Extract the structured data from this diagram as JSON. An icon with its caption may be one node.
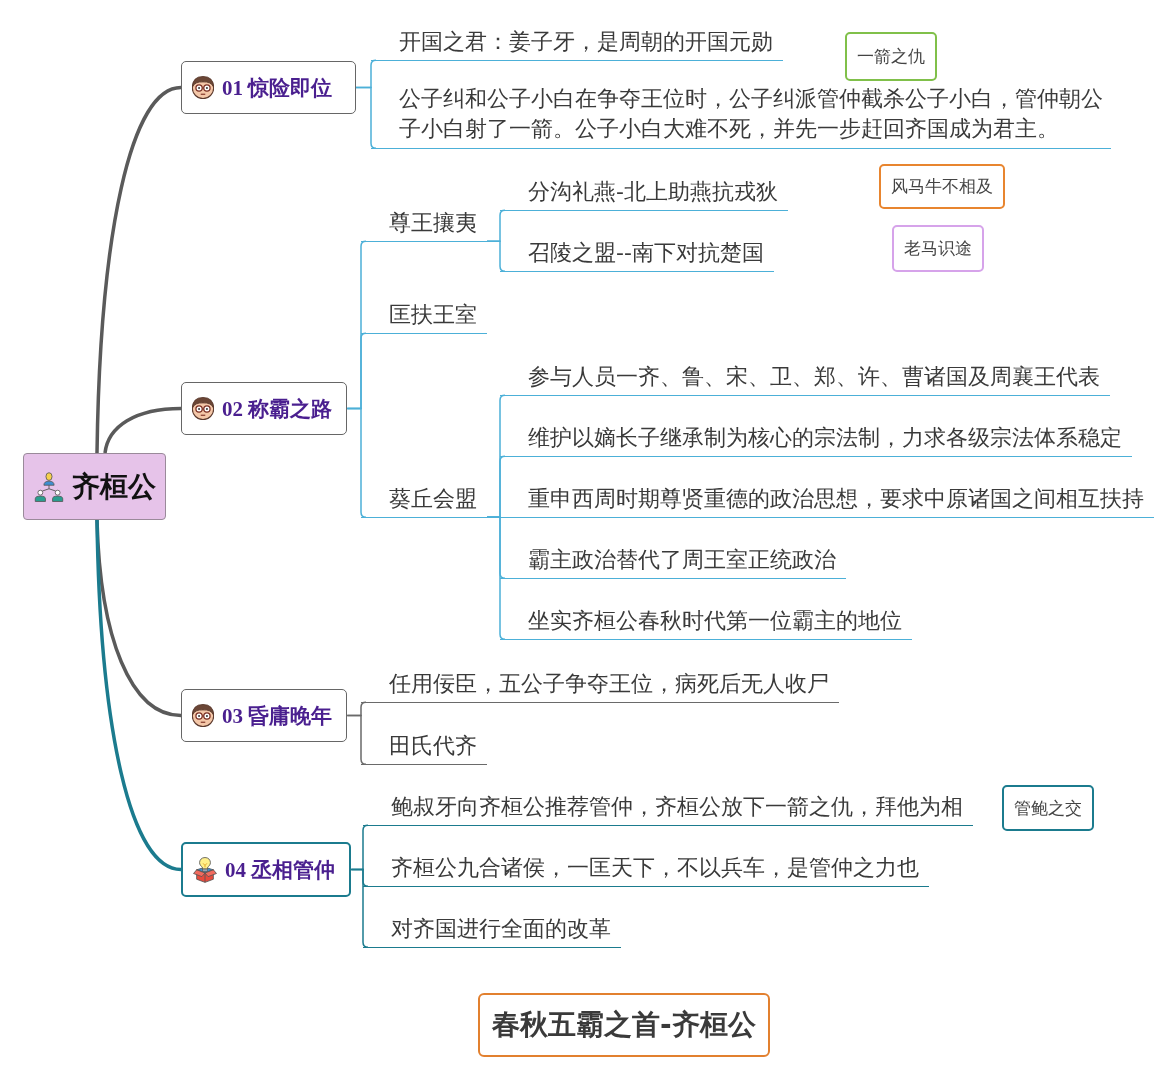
{
  "diagram": {
    "title": "春秋五霸之首-齐桓公",
    "nodes": [
      {
        "text": [
          "齐桓公"
        ]
      },
      {
        "text": [
          "01 惊险即位"
        ]
      },
      {
        "text": [
          "开国之君：姜子牙，是周朝的开国元勋"
        ]
      },
      {
        "text": [
          "公子纠和公子小白在争夺王位时，公子纠派管仲截杀公子小白，管仲朝公子小白射了一箭。公子小白大难不死，并先一步赶回齐国成为君主。"
        ]
      },
      {
        "text": [
          "一箭之仇"
        ]
      },
      {
        "text": [
          "02 称霸之路"
        ]
      },
      {
        "text": [
          "尊王攘夷"
        ]
      },
      {
        "text": [
          "分沟礼燕-北上助燕抗戎狄"
        ]
      },
      {
        "text": [
          "召陵之盟--南下对抗楚国"
        ]
      },
      {
        "text": [
          "风马牛不相及"
        ]
      },
      {
        "text": [
          "老马识途"
        ]
      },
      {
        "text": [
          "匡扶王室"
        ]
      },
      {
        "text": [
          "葵丘会盟"
        ]
      },
      {
        "text": [
          "参与人员一齐、鲁、宋、卫、郑、许、曹诸国及周襄王代表"
        ]
      },
      {
        "text": [
          "维护以嫡长子继承制为核心的宗法制，力求各级宗法体系稳定"
        ]
      },
      {
        "text": [
          "重申西周时期尊贤重德的政治思想，要求中原诸国之间相互扶持"
        ]
      },
      {
        "text": [
          "霸主政治替代了周王室正统政治"
        ]
      },
      {
        "text": [
          "坐实齐桓公春秋时代第一位霸主的地位"
        ]
      },
      {
        "text": [
          "03 昏庸晚年"
        ]
      },
      {
        "text": [
          "任用佞臣，五公子争夺王位，病死后无人收尸"
        ]
      },
      {
        "text": [
          "田氏代齐"
        ]
      },
      {
        "text": [
          "04 丞相管仲"
        ]
      },
      {
        "text": [
          "鲍叔牙向齐桓公推荐管仲，齐桓公放下一箭之仇，拜他为相"
        ]
      },
      {
        "text": [
          "管鲍之交"
        ]
      },
      {
        "text": [
          "齐桓公九合诸侯，一匡天下，不以兵车，是管仲之力也"
        ]
      },
      {
        "text": [
          "对齐国进行全面的改革"
        ]
      }
    ],
    "edges": [
      {
        "from": 0,
        "to": 1,
        "arrow": "none",
        "style": "thick",
        "color": "#5a5a5a"
      },
      {
        "from": 1,
        "to": 2,
        "arrow": "none"
      },
      {
        "from": 1,
        "to": 3,
        "arrow": "none"
      },
      {
        "from": 0,
        "to": 5,
        "arrow": "none",
        "style": "thick",
        "color": "#5a5a5a"
      },
      {
        "from": 5,
        "to": 6,
        "arrow": "none"
      },
      {
        "from": 6,
        "to": 7,
        "arrow": "none"
      },
      {
        "from": 6,
        "to": 8,
        "arrow": "none"
      },
      {
        "from": 5,
        "to": 11,
        "arrow": "none"
      },
      {
        "from": 5,
        "to": 12,
        "arrow": "none"
      },
      {
        "from": 12,
        "to": 13,
        "arrow": "none"
      },
      {
        "from": 12,
        "to": 14,
        "arrow": "none"
      },
      {
        "from": 12,
        "to": 15,
        "arrow": "none"
      },
      {
        "from": 12,
        "to": 16,
        "arrow": "none"
      },
      {
        "from": 12,
        "to": 17,
        "arrow": "none"
      },
      {
        "from": 0,
        "to": 18,
        "arrow": "none",
        "style": "thick",
        "color": "#5a5a5a"
      },
      {
        "from": 18,
        "to": 19,
        "arrow": "none",
        "color": "#6a6a6a"
      },
      {
        "from": 18,
        "to": 20,
        "arrow": "none",
        "color": "#6a6a6a"
      },
      {
        "from": 0,
        "to": 21,
        "arrow": "none",
        "style": "thick",
        "color": "#1b7b8e"
      },
      {
        "from": 21,
        "to": 22,
        "arrow": "none",
        "color": "#1b7b8e"
      },
      {
        "from": 21,
        "to": 24,
        "arrow": "none",
        "color": "#1b7b8e"
      },
      {
        "from": 21,
        "to": 25,
        "arrow": "none",
        "color": "#1b7b8e"
      }
    ]
  }
}
